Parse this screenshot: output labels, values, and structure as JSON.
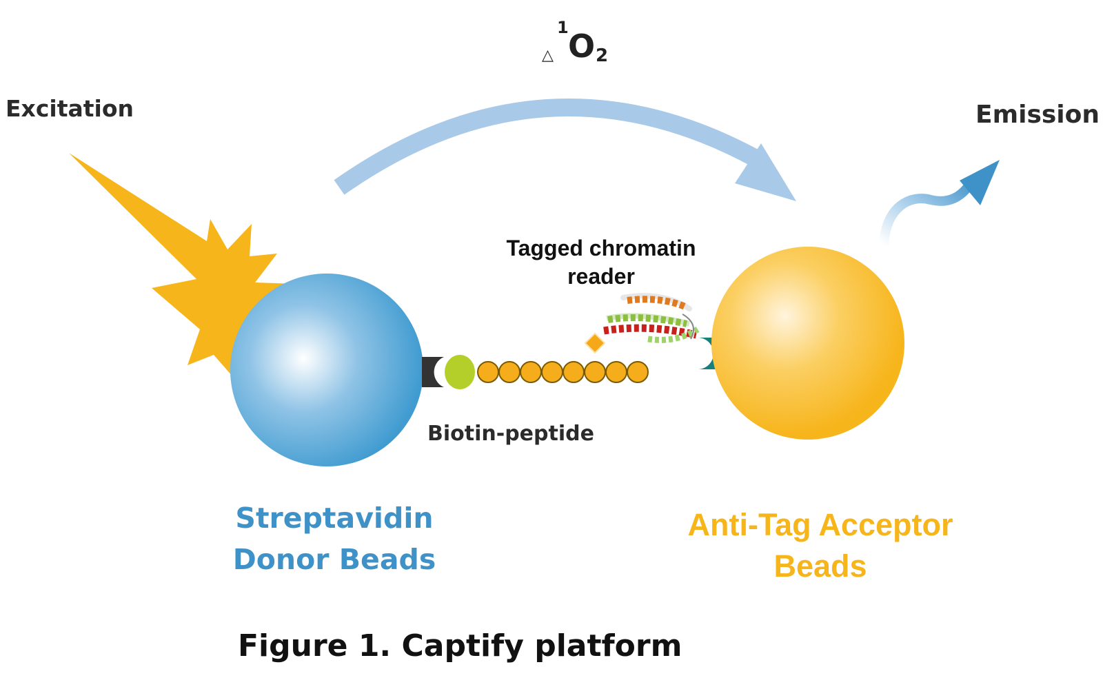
{
  "labels": {
    "excitation": "Excitation",
    "emission": "Emission",
    "singlet_oxygen": {
      "superscript": "1",
      "symbol": "△",
      "element": "O",
      "subscript": "2"
    },
    "tagged_reader": "Tagged chromatin reader",
    "biotin_peptide": "Biotin-peptide",
    "donor_beads": "Streptavidin Donor Beads",
    "acceptor_beads": "Anti-Tag Acceptor Beads",
    "caption": "Figure 1. Captify platform"
  },
  "colors": {
    "donor_blue": "#3f9bd0",
    "acceptor_orange": "#f7b51c",
    "starburst_yellow": "#f7b51c",
    "arrow_light_blue": "#a9c9e8",
    "emission_arrow_blue": "#3f92c8",
    "biotin_green": "#b5cf2a",
    "peptide_orange": "#f5ad1b",
    "linker_dark": "#333333",
    "antitag_teal": "#17807a"
  },
  "icons": {
    "excitation": "starburst-icon",
    "transfer": "curved-arrow-icon",
    "emission": "curved-arrow-icon",
    "protein": "protein-ribbon-icon"
  }
}
